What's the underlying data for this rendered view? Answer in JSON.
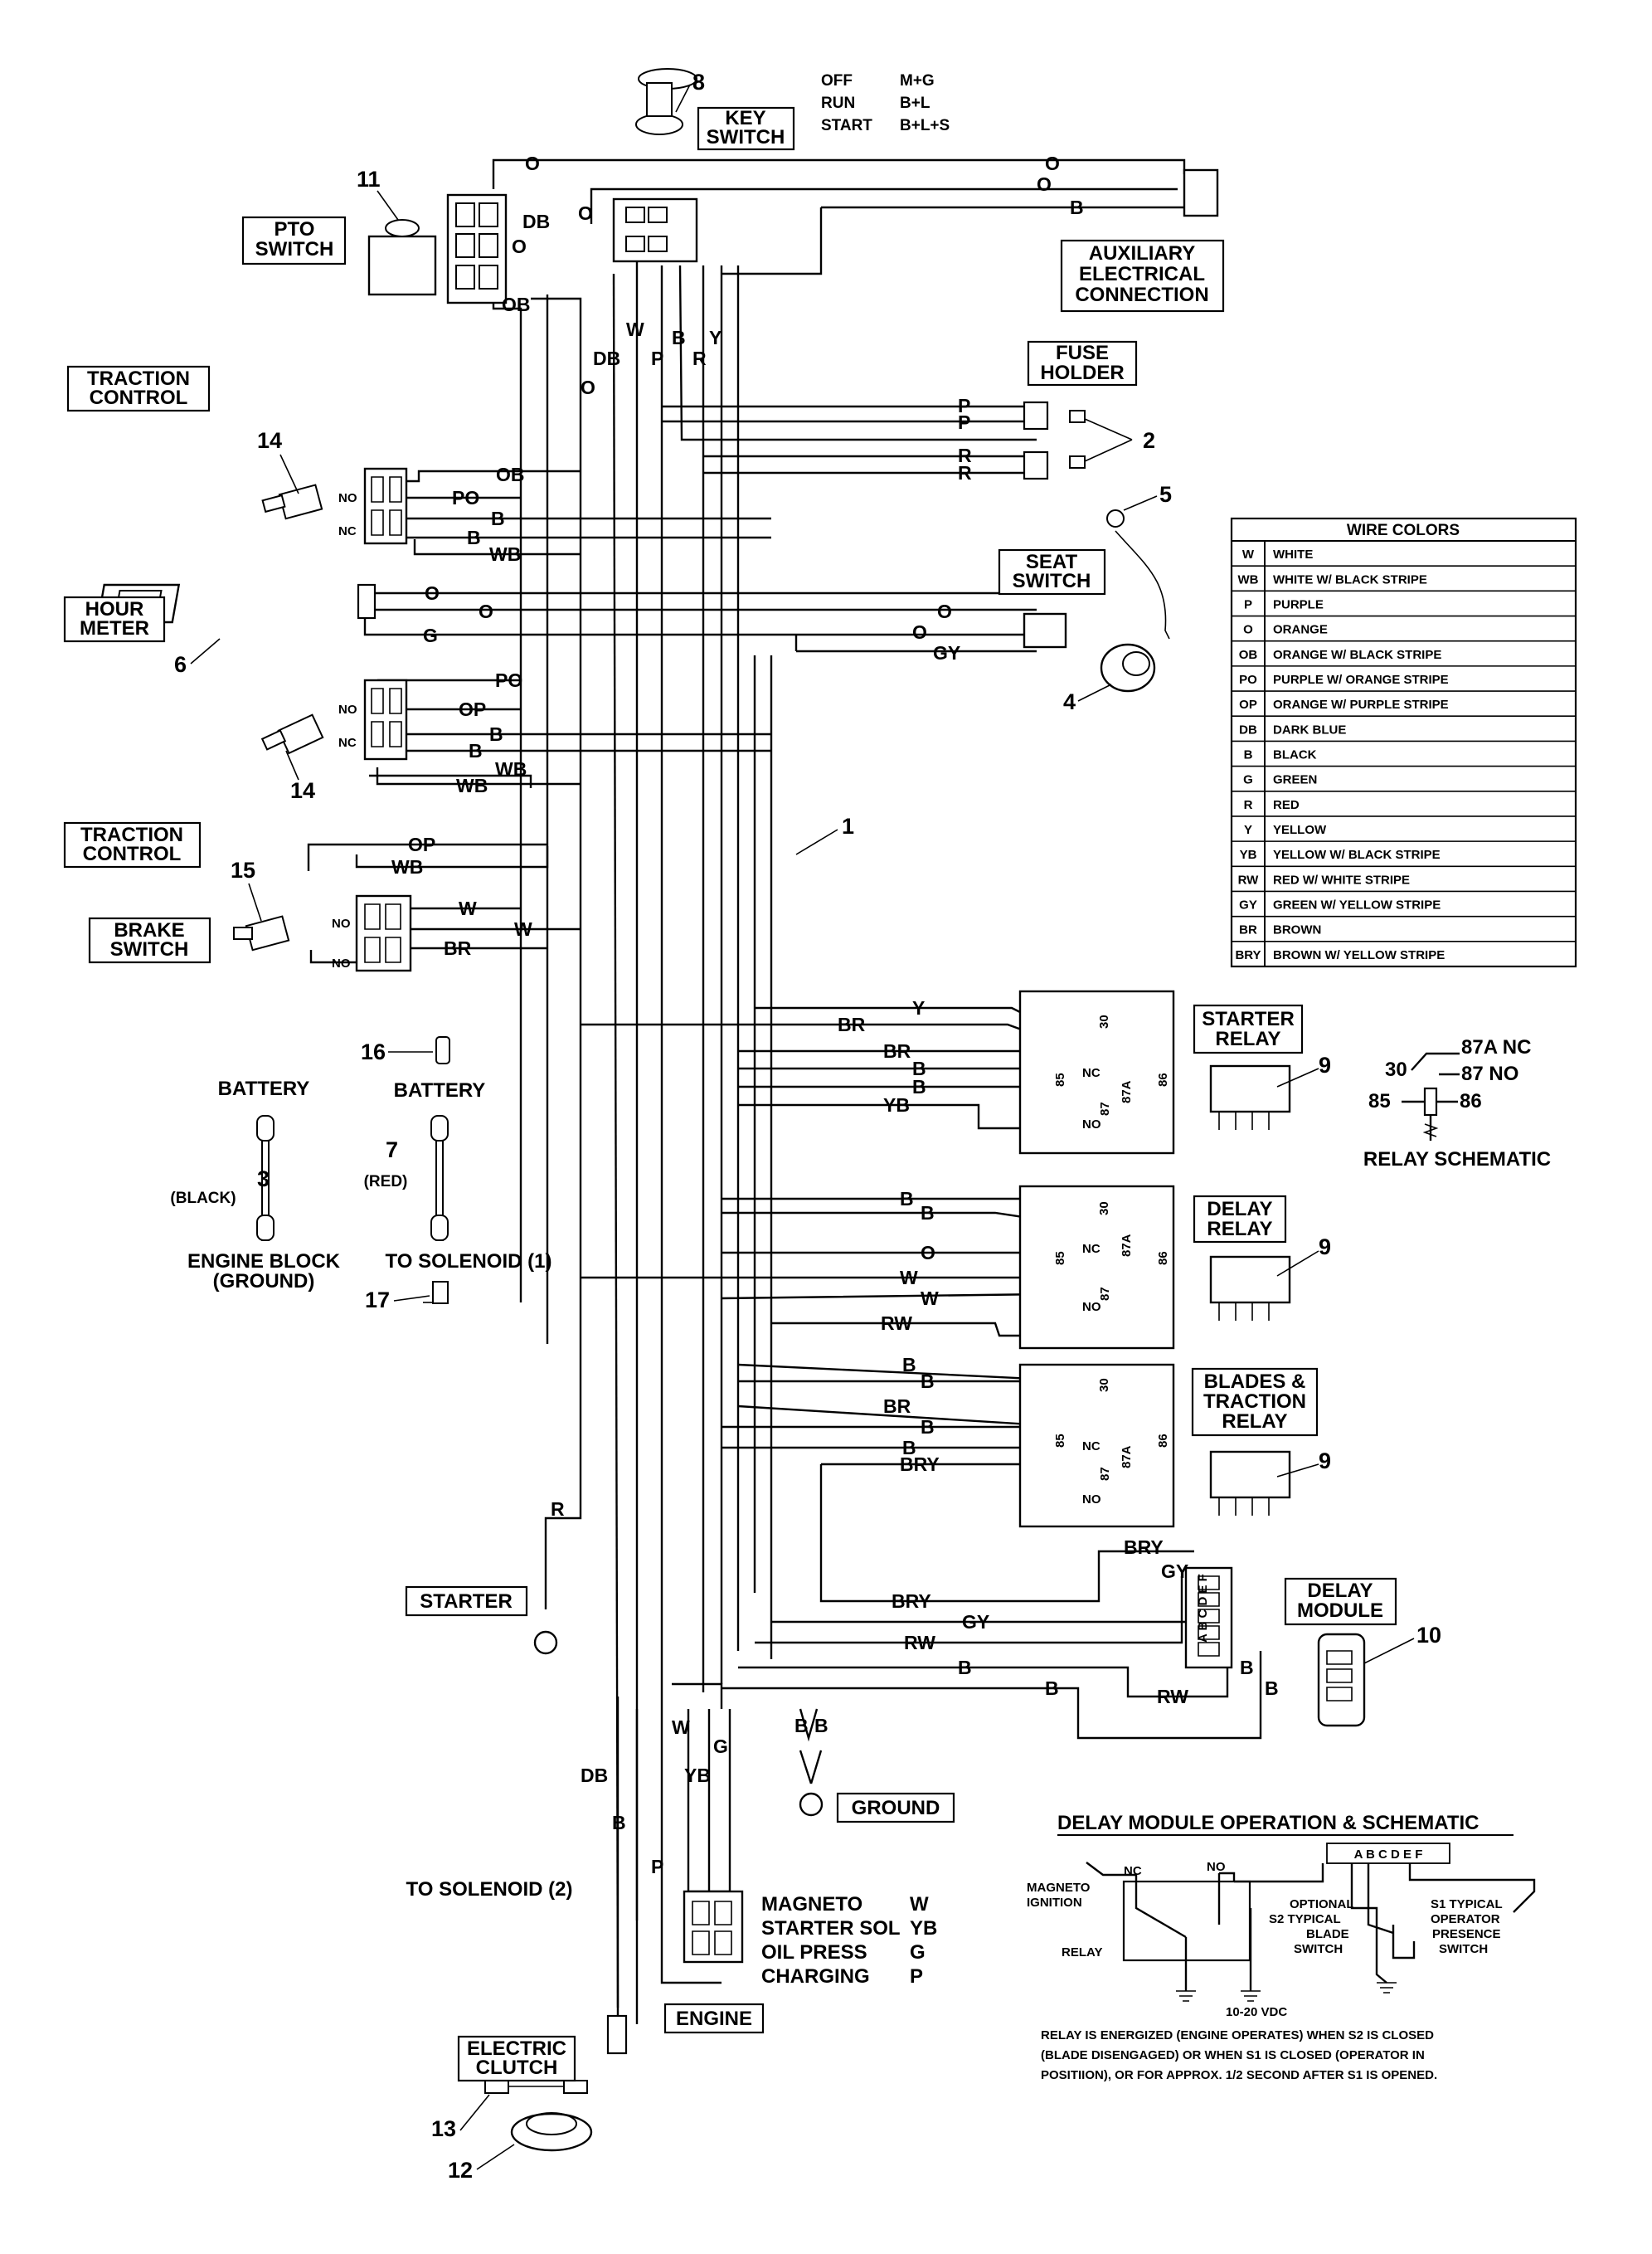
{
  "callouts": {
    "key_switch": "KEY SWITCH",
    "pto_switch": "PTO SWITCH",
    "aux": "AUXILIARY ELECTRICAL CONNECTION",
    "fuse_holder": "FUSE HOLDER",
    "traction_control_1": "TRACTION CONTROL",
    "hour_meter": "HOUR METER",
    "seat_switch": "SEAT SWITCH",
    "traction_control_2": "TRACTION CONTROL",
    "brake_switch": "BRAKE SWITCH",
    "starter_relay": "STARTER RELAY",
    "delay_relay": "DELAY RELAY",
    "blades_relay": "BLADES & TRACTION RELAY",
    "delay_module": "DELAY MODULE",
    "starter": "STARTER",
    "ground": "GROUND",
    "engine": "ENGINE",
    "electric_clutch": "ELECTRIC CLUTCH"
  },
  "key_positions": [
    {
      "pos": "OFF",
      "contacts": "M+G"
    },
    {
      "pos": "RUN",
      "contacts": "B+L"
    },
    {
      "pos": "START",
      "contacts": "B+L+S"
    }
  ],
  "part_numbers": [
    "1",
    "2",
    "3",
    "4",
    "5",
    "6",
    "7",
    "8",
    "9",
    "10",
    "11",
    "12",
    "13",
    "14",
    "15",
    "16",
    "17"
  ],
  "batteries": {
    "left_title": "BATTERY",
    "left_color": "(BLACK)",
    "left_end": "ENGINE BLOCK (GROUND)",
    "right_title": "BATTERY",
    "right_color": "(RED)",
    "right_end": "TO SOLENOID (1)",
    "solenoid2": "TO SOLENOID (2)"
  },
  "wire_colors": {
    "title": "WIRE COLORS",
    "rows": [
      {
        "code": "W",
        "name": "WHITE"
      },
      {
        "code": "WB",
        "name": "WHITE W/ BLACK STRIPE"
      },
      {
        "code": "P",
        "name": "PURPLE"
      },
      {
        "code": "O",
        "name": "ORANGE"
      },
      {
        "code": "OB",
        "name": "ORANGE W/ BLACK STRIPE"
      },
      {
        "code": "PO",
        "name": "PURPLE W/ ORANGE STRIPE"
      },
      {
        "code": "OP",
        "name": "ORANGE W/ PURPLE STRIPE"
      },
      {
        "code": "DB",
        "name": "DARK BLUE"
      },
      {
        "code": "B",
        "name": "BLACK"
      },
      {
        "code": "G",
        "name": "GREEN"
      },
      {
        "code": "R",
        "name": "RED"
      },
      {
        "code": "Y",
        "name": "YELLOW"
      },
      {
        "code": "YB",
        "name": "YELLOW W/ BLACK STRIPE"
      },
      {
        "code": "RW",
        "name": "RED W/ WHITE STRIPE"
      },
      {
        "code": "GY",
        "name": "GREEN W/ YELLOW STRIPE"
      },
      {
        "code": "BR",
        "name": "BROWN"
      },
      {
        "code": "BRY",
        "name": "BROWN W/ YELLOW STRIPE"
      }
    ]
  },
  "relay_schematic": {
    "title": "RELAY SCHEMATIC",
    "t30": "30",
    "t87a": "87A NC",
    "t87": "87 NO",
    "t85": "85",
    "t86": "86"
  },
  "relay_pins": {
    "p30": "30",
    "p85": "85",
    "p86": "86",
    "p87": "87",
    "p87a": "87A",
    "nc": "NC",
    "no": "NO"
  },
  "switch_terms": {
    "no": "NO",
    "nc": "NC"
  },
  "engine_pins": [
    {
      "name": "MAGNETO",
      "code": "W"
    },
    {
      "name": "STARTER SOL",
      "code": "YB"
    },
    {
      "name": "OIL PRESS",
      "code": "G"
    },
    {
      "name": "CHARGING",
      "code": "P"
    }
  ],
  "delay_module_schematic": {
    "title": "DELAY MODULE OPERATION & SCHEMATIC",
    "pins": "A B C D E F",
    "magneto": "MAGNETO IGNITION",
    "relay": "RELAY",
    "nc": "NC",
    "no": "NO",
    "vdc": "10-20 VDC",
    "s2": "OPTIONAL S2 TYPICAL BLADE SWITCH",
    "s1": "S1 TYPICAL OPERATOR PRESENCE SWITCH",
    "note_1": "RELAY IS ENERGIZED (ENGINE OPERATES) WHEN S2 IS CLOSED",
    "note_2": "(BLADE DISENGAGED) OR WHEN S1 IS CLOSED (OPERATOR IN",
    "note_3": "POSITIION), OR FOR APPROX. 1/2 SECOND AFTER S1 IS OPENED."
  },
  "module_pins": "A B C D E F",
  "wire_labels": {
    "o_top": "O",
    "o_aux": "O",
    "b_aux": "B",
    "db_pto": "DB",
    "o_pto": "O",
    "ob_pto": "OB",
    "o_key": "O",
    "w_v": "W",
    "db_v": "DB",
    "p_v": "P",
    "b_v": "B",
    "r_v": "R",
    "y_v": "Y",
    "o_v": "O",
    "p_f1": "P",
    "p_f2": "P",
    "r_f1": "R",
    "r_f2": "R",
    "ob_tc": "OB",
    "po_tc": "PO",
    "b_tc1": "B",
    "b_tc2": "B",
    "wb_tc": "WB",
    "o_hm": "O",
    "o_hm2": "O",
    "g_hm": "G",
    "o_seat1": "O",
    "o_seat2": "O",
    "gy_seat": "GY",
    "po_tc2": "PO",
    "op_tc2": "OP",
    "b_tc3": "B",
    "b_tc4": "B",
    "wb_tc2": "WB",
    "wb_tc3": "WB",
    "op_br": "OP",
    "wb_br": "WB",
    "w_br1": "W",
    "w_br2": "W",
    "br_br": "BR",
    "y_sr": "Y",
    "br_sr": "BR",
    "br_sr2": "BR",
    "b_sr1": "B",
    "b_sr2": "B",
    "yb_sr": "YB",
    "b_dr1": "B",
    "b_dr2": "B",
    "o_dr": "O",
    "w_dr1": "W",
    "w_dr2": "W",
    "rw_dr": "RW",
    "b_bt1": "B",
    "b_bt2": "B",
    "br_bt": "BR",
    "b_bt3": "B",
    "b_bt4": "B",
    "bry_bt": "BRY",
    "bry_dm": "BRY",
    "gy_dm": "GY",
    "bry_dm2": "BRY",
    "gy_dm2": "GY",
    "rw_dm": "RW",
    "b_dm1": "B",
    "b_dm2": "B",
    "rw_dm2": "RW",
    "b_dm3": "B",
    "b_dm4": "B",
    "r_st": "R",
    "w_eng": "W",
    "g_eng": "G",
    "yb_eng": "YB",
    "b_g1": "B",
    "b_g2": "B",
    "db_cl": "DB",
    "b_cl": "B",
    "p_eng": "P"
  }
}
